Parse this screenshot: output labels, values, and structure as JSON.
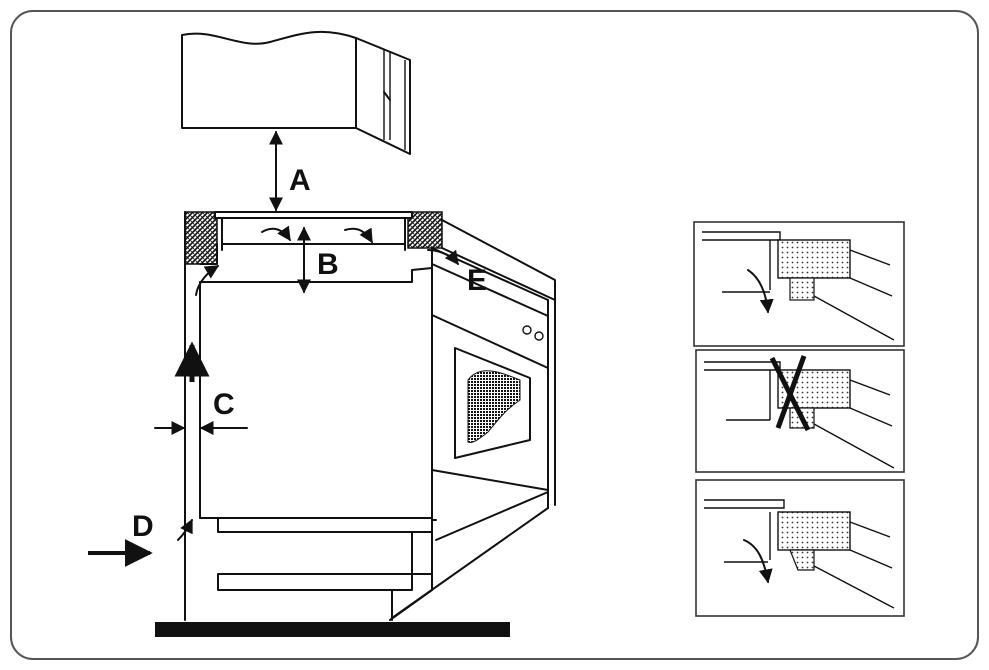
{
  "labels": {
    "a": "A",
    "b": "B",
    "c": "C",
    "d": "D",
    "e": "E"
  },
  "details": [
    {
      "kind": "correct-airflow"
    },
    {
      "kind": "blocked-airflow"
    },
    {
      "kind": "correct-airflow"
    }
  ],
  "colors": {
    "line": "#111111",
    "frame": "#555555",
    "background": "#ffffff"
  }
}
